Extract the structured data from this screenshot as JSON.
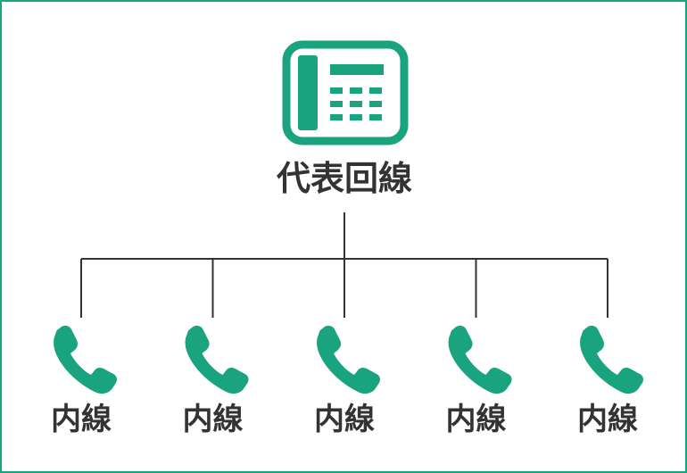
{
  "diagram": {
    "root_label": "代表回線",
    "children": [
      {
        "label": "内線"
      },
      {
        "label": "内線"
      },
      {
        "label": "内線"
      },
      {
        "label": "内線"
      },
      {
        "label": "内線"
      }
    ]
  },
  "colors": {
    "accent": "#1aa37f",
    "line": "#333333",
    "text": "#333333"
  },
  "icons": {
    "root": "desk-phone-icon",
    "child": "handset-icon"
  }
}
